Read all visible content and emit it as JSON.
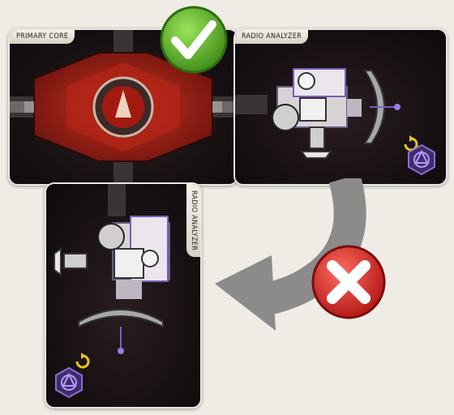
{
  "cards": {
    "primary_core": {
      "title": "PRIMARY CORE"
    },
    "radio_top": {
      "title": "RADIO ANALYZER"
    },
    "radio_bottom": {
      "title": "RADIO ANALYZER"
    }
  },
  "markers": {
    "valid": {
      "icon": "checkmark-icon",
      "color": "#5fb82a"
    },
    "invalid": {
      "icon": "cross-icon",
      "color": "#d2231f"
    },
    "arrow": {
      "icon": "curved-arrow-icon",
      "color": "#8b8b8b"
    },
    "rotate": {
      "icon": "rotate-icon",
      "color": "#e6c91a"
    },
    "emblem": {
      "icon": "hexagon-emblem-icon",
      "color": "#8d6bd8"
    }
  }
}
